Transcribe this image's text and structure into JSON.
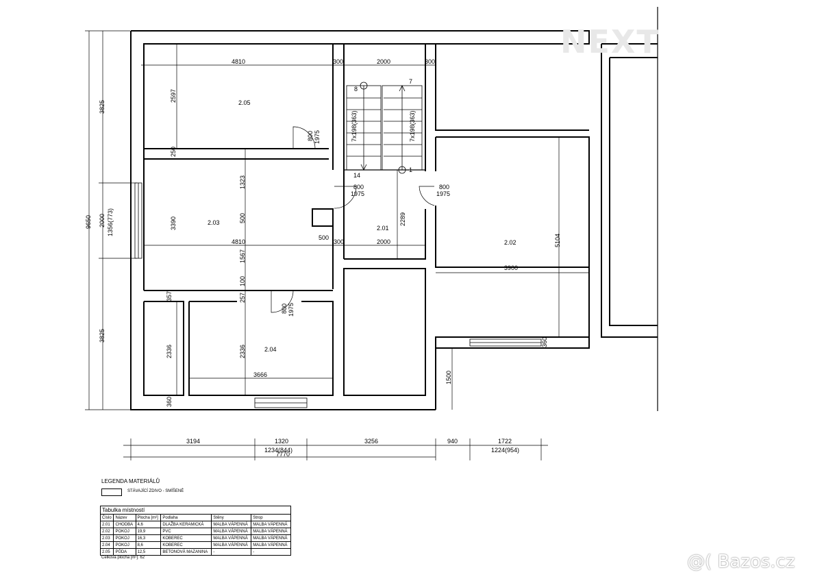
{
  "logo": "NEXT",
  "watermark": "@( Bazos.cz",
  "rooms": [
    "2.01",
    "2.02",
    "2.03",
    "2.04",
    "2.05"
  ],
  "dimensions": {
    "top": [
      "4810",
      "300",
      "2000",
      "300"
    ],
    "left_outer": [
      "3825",
      "2000",
      "3825"
    ],
    "left_total": "9650",
    "left_window": "1356(773)",
    "r205_h": "2597",
    "r203_top": "1323",
    "r203_mid": "500",
    "r203_h": "3390",
    "r203_w": "4810",
    "r203_bot": "1567",
    "r203_gap": "100",
    "r203_stub": "500",
    "mid_300": "300",
    "mid_2000": "2000",
    "wall_250": "250",
    "r204_357": "357",
    "r204_257": "257",
    "r204_h_left": "2336",
    "r204_h": "2336",
    "r204_w": "3666",
    "r204_360": "360",
    "r201_h": "2289",
    "r202_h": "5104",
    "r202_w": "3900",
    "r202_360": "360",
    "r202_1500": "1500",
    "stair_left": "7x198(363)",
    "stair_right": "7x198(363)",
    "stair_8": "8",
    "stair_7": "7",
    "stair_14": "14",
    "stair_1": "1",
    "door1": "800",
    "door1b": "1975",
    "door2": "800",
    "door2b": "1975",
    "door3": "800",
    "door3b": "1975",
    "door4": "800",
    "door4b": "1975",
    "bottom": [
      "3194",
      "1320",
      "3256",
      "940",
      "1722"
    ],
    "bottom2": [
      "1234(844)",
      "1224(954)"
    ],
    "bottom_total": "7770"
  },
  "legend": {
    "title": "LEGENDA MATERIÁLŮ",
    "item": "STÁVAJÍCÍ ZDIVO - SMÍŠENÉ"
  },
  "table": {
    "title": "Tabulka místností",
    "headers": [
      "Číslo",
      "Název",
      "Plocha [m²]",
      "Podlaha",
      "Stěny",
      "Strop"
    ],
    "rows": [
      [
        "2.01",
        "CHODBA",
        "4,6",
        "DLAŽBA KERAMICKÁ",
        "MALBA VÁPENNÁ",
        "MALBA VÁPENNÁ"
      ],
      [
        "2.02",
        "POKOJ",
        "19,9",
        "PVC",
        "MALBA VÁPENNÁ",
        "MALBA VÁPENNÁ"
      ],
      [
        "2.03",
        "POKOJ",
        "16,3",
        "KOBEREC",
        "MALBA VÁPENNÁ",
        "MALBA VÁPENNÁ"
      ],
      [
        "2.04",
        "POKOJ",
        "8,6",
        "KOBEREC",
        "MALBA VÁPENNÁ",
        "MALBA VÁPENNÁ"
      ],
      [
        "2.05",
        "PŮDA",
        "12,5",
        "BETONOVÁ MAZANINA",
        "-",
        "-"
      ]
    ],
    "total": "Celková plocha [m²]: 62"
  }
}
